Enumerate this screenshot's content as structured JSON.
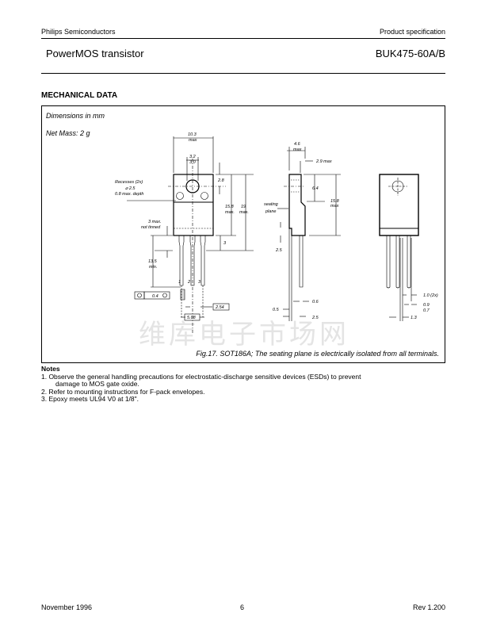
{
  "header": {
    "company": "Philips Semiconductors",
    "doc_type": "Product specification",
    "product_family": "PowerMOS transistor",
    "part_number": "BUK475-60A/B"
  },
  "section_title": "MECHANICAL DATA",
  "figure": {
    "dimensions_note": "Dimensions in mm",
    "net_mass": "Net Mass: 2 g",
    "caption": "Fig.17.  SOT186A; The seating plane is electrically isolated from all terminals.",
    "watermark": "维库电子市场网",
    "front": {
      "w": "10.3",
      "w_max": "max",
      "hole_a": "3.2",
      "hole_b": "3.0",
      "recess_1": "Recesses (2x)",
      "recess_2": "2.5",
      "recess_3": "0.8 max. depth",
      "d28": "2.8",
      "h158": "15.8",
      "h158_max": "max.",
      "h19": "19",
      "h19_max": "max.",
      "tin1": "3 max.",
      "tin2": "not tinned",
      "d3": "3",
      "lead1": "13.5",
      "lead2": "min.",
      "pin1": "1",
      "pin2": "2",
      "pin3": "3",
      "tol": "0.4",
      "tol_m": "M",
      "pitch": "2.54",
      "pitch2": "5.08"
    },
    "side": {
      "t": "4.6",
      "t_max": "max",
      "t29": "2.9 max",
      "d64": "6.4",
      "h158": "15.8",
      "h158_max": "max",
      "seat1": "seating",
      "seat2": "plane",
      "d25": "2.5",
      "d06": "0.6",
      "d05": "0.5",
      "d25b": "2.5"
    },
    "back": {
      "d10": "1.0 (2x)",
      "d09": "0.9",
      "d07": "0.7",
      "d13": "1.3"
    }
  },
  "notes": {
    "title": "Notes",
    "items": [
      "1. Observe the general handling precautions for electrostatic-discharge sensitive devices (ESDs) to prevent",
      "damage to MOS gate oxide.",
      "2. Refer to mounting instructions for F-pack envelopes.",
      "3. Epoxy meets UL94 V0 at 1/8\"."
    ]
  },
  "footer": {
    "date": "November 1996",
    "page": "6",
    "revision": "Rev 1.200"
  }
}
